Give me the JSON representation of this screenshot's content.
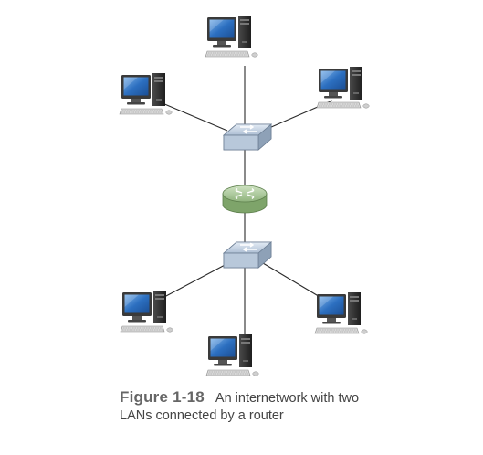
{
  "diagram": {
    "nodes": {
      "top_lan": [
        "computer-top",
        "computer-top-left",
        "computer-top-right"
      ],
      "bottom_lan": [
        "computer-bottom-left",
        "computer-bottom-center",
        "computer-bottom-right"
      ],
      "devices": [
        "switch-top",
        "router",
        "switch-bottom"
      ]
    },
    "colors": {
      "link": "#2a2a2a",
      "switch_face": "#c9d6e6",
      "router_face": "#a9c79a",
      "monitor_screen": "#2c6fc0",
      "tower": "#2b2b2b"
    },
    "icons": [
      "computer-icon",
      "switch-icon",
      "router-icon"
    ]
  },
  "caption": {
    "figure_label": "Figure 1-18",
    "line1": "An internetwork with two",
    "line2": "LANs connected by a router"
  }
}
